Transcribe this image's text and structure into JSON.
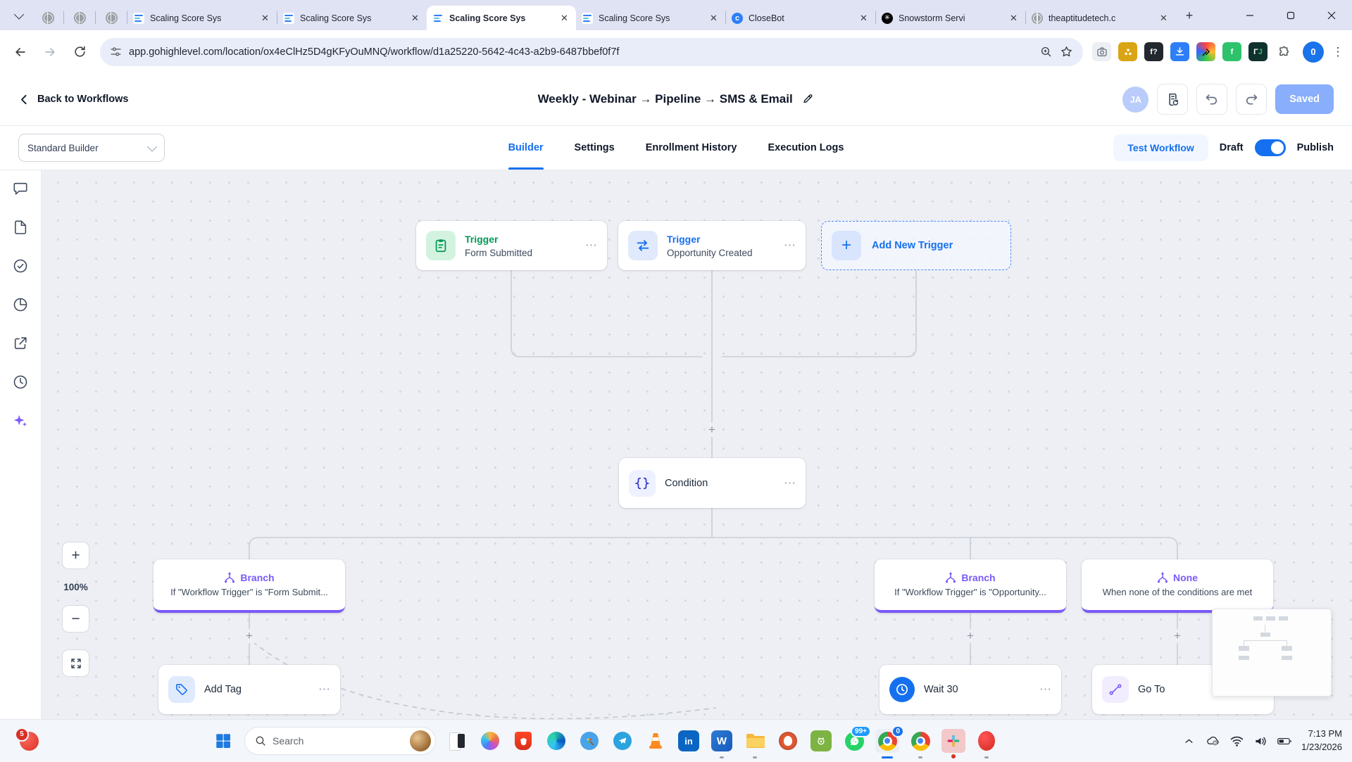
{
  "browser": {
    "tab_titles": [
      "Scaling Score Sys",
      "Scaling Score Sys",
      "Scaling Score Sys",
      "Scaling Score Sys",
      "CloseBot",
      "Snowstorm Servi",
      "theaptitudetech.c"
    ],
    "url": "app.gohighlevel.com/location/ox4eClHz5D4gKFyOuMNQ/workflow/d1a25220-5642-4c43-a2b9-6487bbef0f7f",
    "profile_badge": "0"
  },
  "workflow_header": {
    "back": "Back to Workflows",
    "title": "Weekly - Webinar → Pipeline → SMS & Email",
    "avatar": "JA",
    "save_status": "Saved"
  },
  "toolbar_row": {
    "builder_mode": "Standard Builder",
    "tabs": [
      "Builder",
      "Settings",
      "Enrollment History",
      "Execution Logs"
    ],
    "active_tab": "Builder",
    "test_workflow": "Test Workflow",
    "draft": "Draft",
    "publish": "Publish"
  },
  "canvas": {
    "triggers": [
      {
        "title": "Trigger",
        "subtitle": "Form Submitted"
      },
      {
        "title": "Trigger",
        "subtitle": "Opportunity Created"
      }
    ],
    "add_new_trigger": "Add New Trigger",
    "condition_label": "Condition",
    "branches": [
      {
        "title": "Branch",
        "subtitle": "If \"Workflow Trigger\" is \"Form Submit..."
      },
      {
        "title": "Branch",
        "subtitle": "If \"Workflow Trigger\" is \"Opportunity..."
      },
      {
        "title": "None",
        "subtitle": "When none of the conditions are met"
      }
    ],
    "actions": [
      {
        "label": "Add Tag"
      },
      {
        "label": "Wait 30"
      },
      {
        "label": "Go To"
      }
    ],
    "zoom_percent": "100%"
  },
  "taskbar": {
    "search_placeholder": "Search",
    "alert_badge": "5",
    "whatsapp_badge": "99+",
    "chrome_badge": "0",
    "time": "7:13 PM",
    "date": "1/23/2026"
  },
  "colors": {
    "accent_blue": "#1570ef",
    "purple": "#7a5af8",
    "green": "#039855",
    "tabstrip_bg": "#dfe3f3",
    "canvas_bg": "#edeff4"
  }
}
